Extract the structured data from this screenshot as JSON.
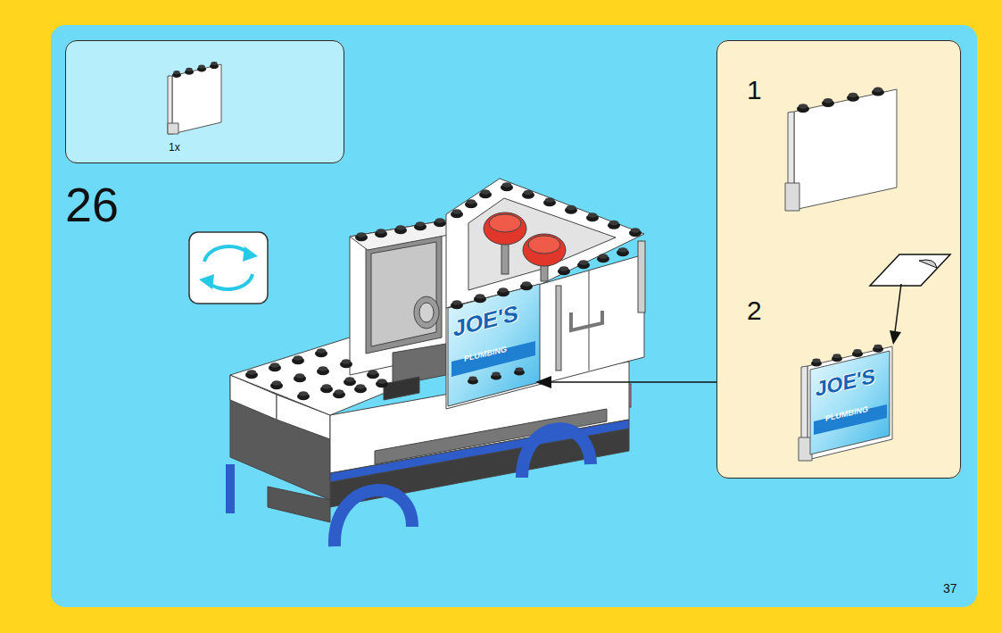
{
  "diagram": {
    "nodes": [
      {
        "text": [
          "1x"
        ]
      },
      {
        "text": [
          "1",
          "2"
        ]
      }
    ],
    "labels": [
      "26",
      "37",
      "JOE'S",
      "PLUMBING",
      "JOE'S",
      "PLUMBING"
    ]
  }
}
